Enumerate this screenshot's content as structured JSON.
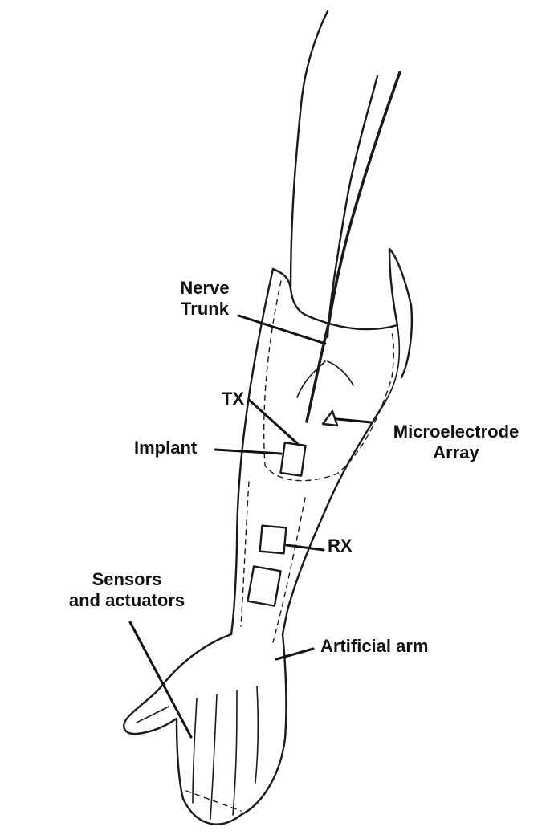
{
  "labels": {
    "nerve_trunk": [
      "Nerve",
      "Trunk"
    ],
    "tx": "TX",
    "implant": "Implant",
    "microelectrode_array": [
      "Microelectrode",
      "Array"
    ],
    "rx": "RX",
    "sensors_actuators": [
      "Sensors",
      "and actuators"
    ],
    "artificial_arm": "Artificial arm"
  },
  "colors": {
    "ink": "#1a1a1a",
    "background": "#ffffff"
  }
}
